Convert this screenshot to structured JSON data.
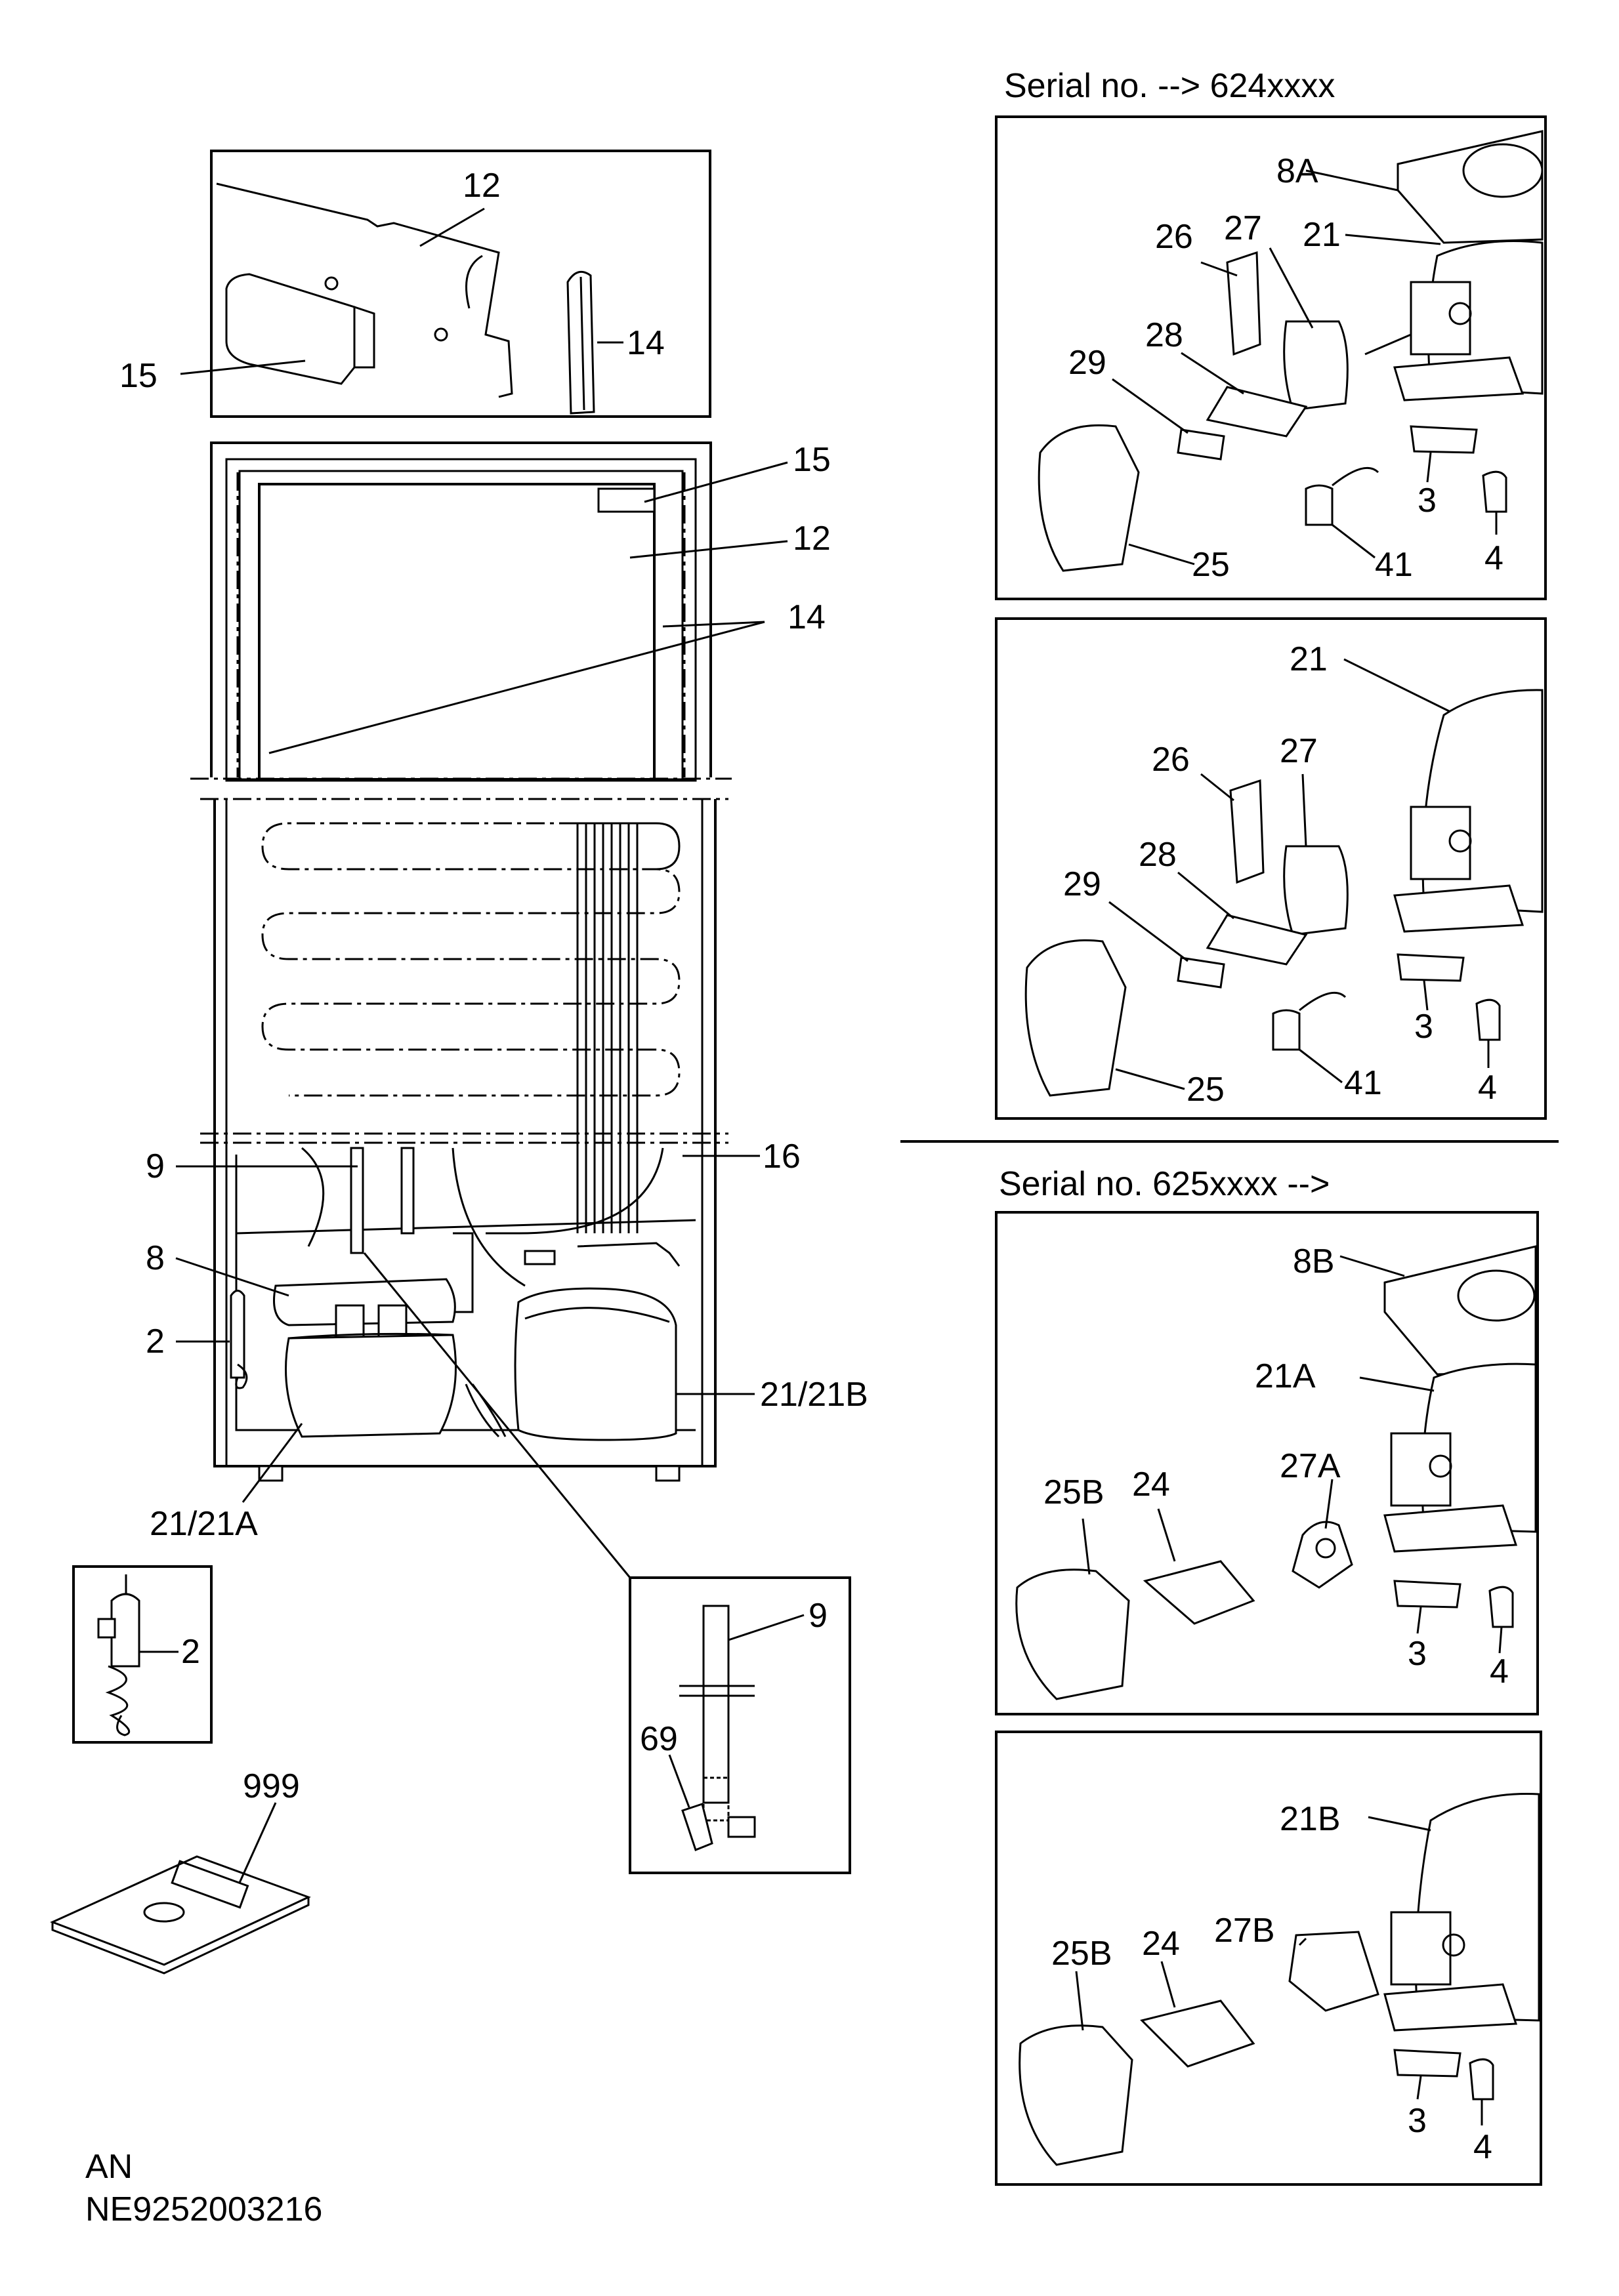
{
  "serial_headers": {
    "upper": "Serial no. --> 624xxxx",
    "lower": "Serial no. 625xxxx -->"
  },
  "footer": {
    "line1": "AN",
    "line2": "NE9252003216"
  },
  "callouts": {
    "door_top": [
      "12",
      "14",
      "15"
    ],
    "door_front": [
      "15",
      "12",
      "14"
    ],
    "cabinet": [
      "9",
      "16",
      "8",
      "2",
      "21/21B",
      "21/21A"
    ],
    "thermostat_inset": [
      "2"
    ],
    "manual": [
      "999"
    ],
    "drain_inset": [
      "9",
      "69"
    ],
    "box1": [
      "8A",
      "26",
      "27",
      "21",
      "28",
      "29",
      "3",
      "25",
      "41",
      "4"
    ],
    "box2": [
      "21",
      "26",
      "27",
      "28",
      "29",
      "3",
      "25",
      "41",
      "4"
    ],
    "box3": [
      "8B",
      "21A",
      "27A",
      "25B",
      "24",
      "3",
      "4"
    ],
    "box4": [
      "21B",
      "25B",
      "24",
      "27B",
      "3",
      "4"
    ]
  }
}
